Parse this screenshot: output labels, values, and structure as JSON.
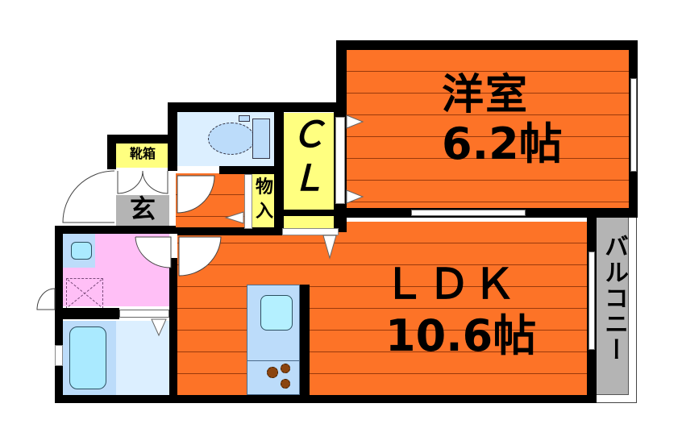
{
  "floorplan": {
    "rooms": {
      "western_room": {
        "name": "洋室",
        "size": "6.2帖"
      },
      "ldk": {
        "name": "ＬＤＫ",
        "size": "10.6帖"
      },
      "closet": {
        "name_line1": "Ｃ",
        "name_line2": "Ｌ"
      },
      "storage": {
        "name_line1": "物",
        "name_line2": "入"
      },
      "shoe_box": {
        "name": "靴箱"
      },
      "entrance": {
        "name": "玄"
      },
      "balcony": {
        "name": "バルコニー"
      }
    },
    "colors": {
      "floor": "#fd7327",
      "closet": "#ffff80",
      "toilet": "#dcefff",
      "washroom": "#ffbff6",
      "entrance": "#b4b4b4",
      "balcony": "#b4b4b4",
      "wall": "#000000"
    }
  }
}
